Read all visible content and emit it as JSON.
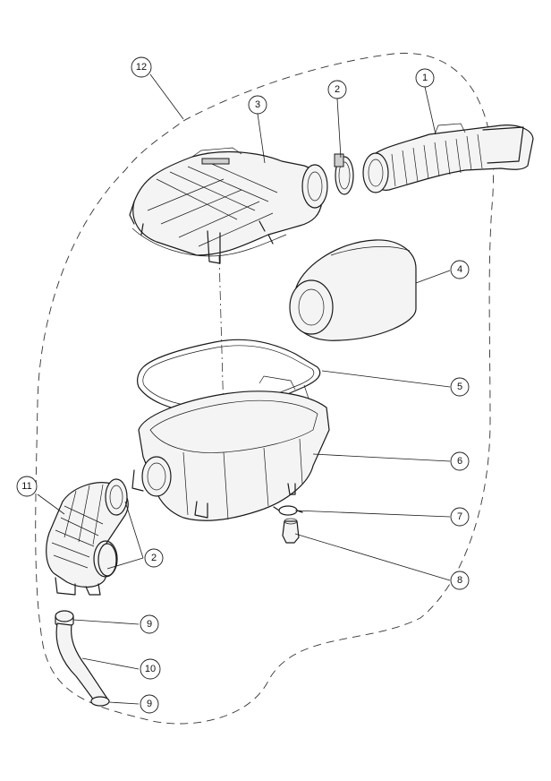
{
  "callouts": {
    "c1": "1",
    "c2a": "2",
    "c2b": "2",
    "c3": "3",
    "c4": "4",
    "c5": "5",
    "c6": "6",
    "c7": "7",
    "c8": "8",
    "c9a": "9",
    "c9b": "9",
    "c10": "10",
    "c11": "11",
    "c12": "12"
  }
}
